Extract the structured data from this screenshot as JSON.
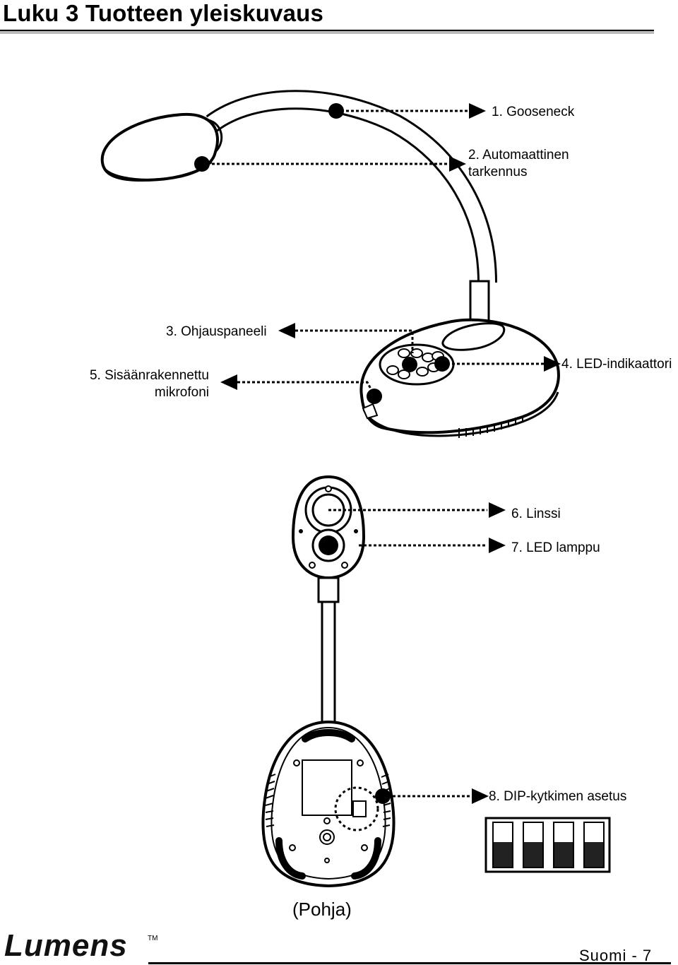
{
  "header": {
    "title": "Luku 3 Tuotteen yleiskuvaus"
  },
  "callouts": {
    "gooseneck": "1. Gooseneck",
    "autofocus_line1": "2. Automaattinen",
    "autofocus_line2": "tarkennus",
    "control_panel": "3. Ohjauspaneeli",
    "led_indicator": "4. LED-indikaattori",
    "microphone_line1": "5. Sisäänrakennettu",
    "microphone_line2": "mikrofoni",
    "lens": "6. Linssi",
    "led_lamp": "7. LED lamppu",
    "dip_switch": "8. DIP-kytkimen asetus"
  },
  "bottom_view_caption": "(Pohja)",
  "footer": {
    "logo": "Lumens",
    "trademark": "TM",
    "page": "Suomi - 7"
  }
}
